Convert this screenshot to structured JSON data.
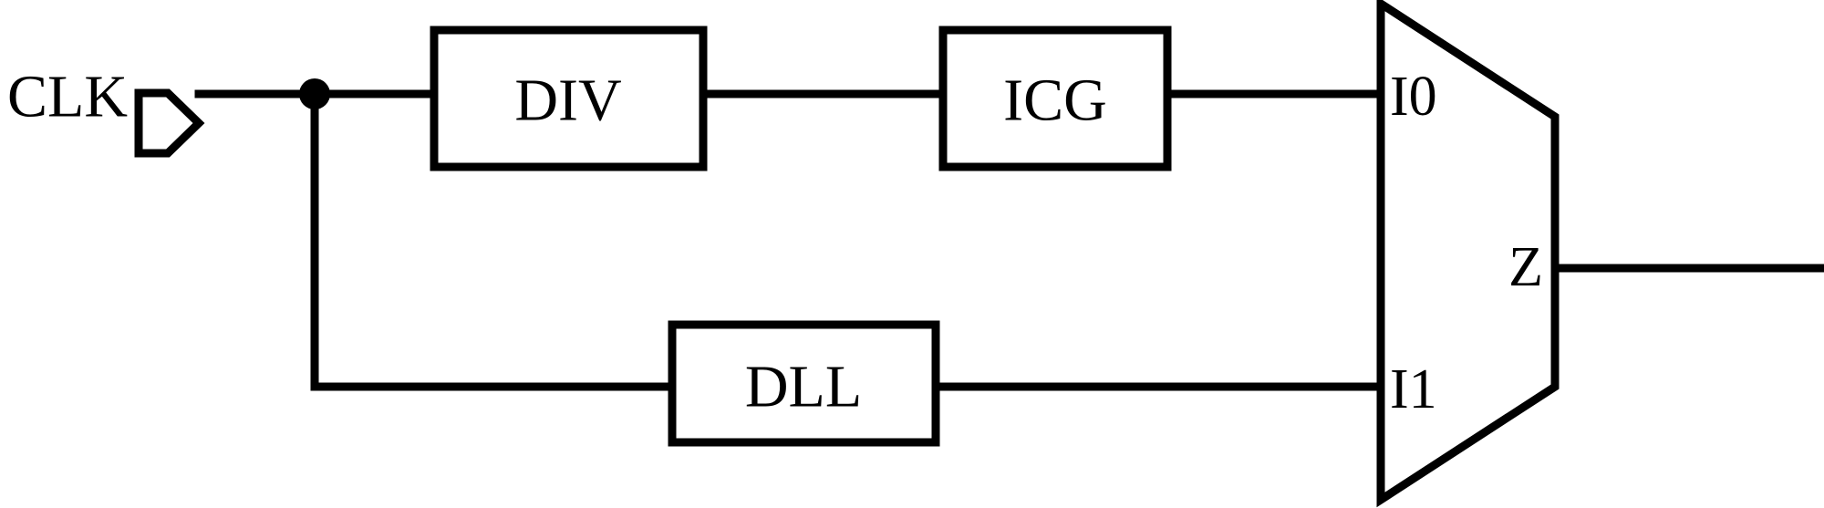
{
  "diagram": {
    "title": "Clock path block diagram",
    "background_color": "#ffffff",
    "line_color": "#000000",
    "input_port": {
      "label": "CLK",
      "shape": "pentagon-input-port"
    },
    "blocks": [
      {
        "id": "div",
        "label": "DIV",
        "shape": "rectangle"
      },
      {
        "id": "icg",
        "label": "ICG",
        "shape": "rectangle"
      },
      {
        "id": "dll",
        "label": "DLL",
        "shape": "rectangle"
      },
      {
        "id": "mux",
        "label": "",
        "shape": "trapezoid-mux"
      }
    ],
    "mux_pins": {
      "input_0": "I0",
      "input_1": "I1",
      "output": "Z"
    },
    "junction": {
      "name": "clk-fanout-dot"
    }
  }
}
